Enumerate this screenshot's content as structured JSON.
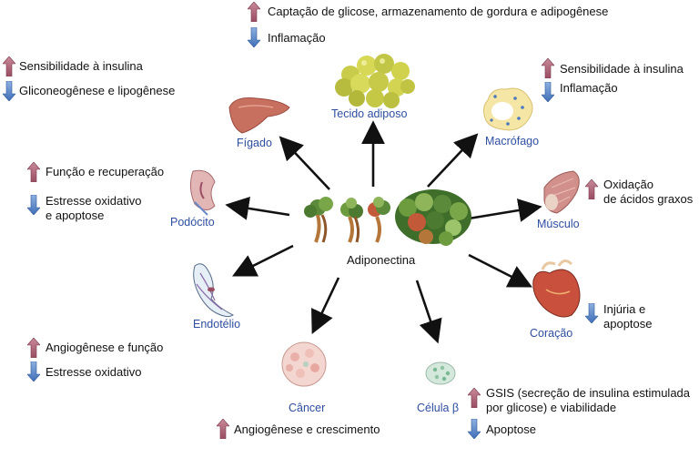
{
  "center": {
    "label": "Adiponectina"
  },
  "nodes": {
    "adipose": {
      "label": "Tecido adiposo",
      "up": "Captação de glicose, armazenamento de gordura e adipogênese",
      "down": "Inflamação"
    },
    "liver": {
      "label": "Fígado",
      "up": "Sensibilidade à insulina",
      "down": "Gliconeogênese e lipogênese"
    },
    "macrophage": {
      "label": "Macrófago",
      "up": "Sensibilidade à insulina",
      "down": "Inflamação"
    },
    "podocyte": {
      "label": "Podócito",
      "up": "Função e recuperação",
      "down_line1": "Estresse oxidativo",
      "down_line2": "e apoptose"
    },
    "muscle": {
      "label": "Músculo",
      "up_line1": "Oxidação",
      "up_line2": "de ácidos graxos"
    },
    "endothelium": {
      "label": "Endotélio",
      "up": "Angiogênese e função",
      "down": "Estresse oxidativo"
    },
    "heart": {
      "label": "Coração",
      "down_line1": "Injúria e",
      "down_line2": "apoptose"
    },
    "cancer": {
      "label": "Câncer",
      "up": "Angiogênese e crescimento"
    },
    "beta": {
      "label": "Célula β",
      "up_line1": "GSIS (secreção de insulina estimulada",
      "up_line2": "por glicose) e viabilidade",
      "down": "Apoptose"
    }
  },
  "colors": {
    "up_arrow": "#b5677a",
    "down_arrow": "#5b86c8",
    "label": "#2f4ea0"
  }
}
